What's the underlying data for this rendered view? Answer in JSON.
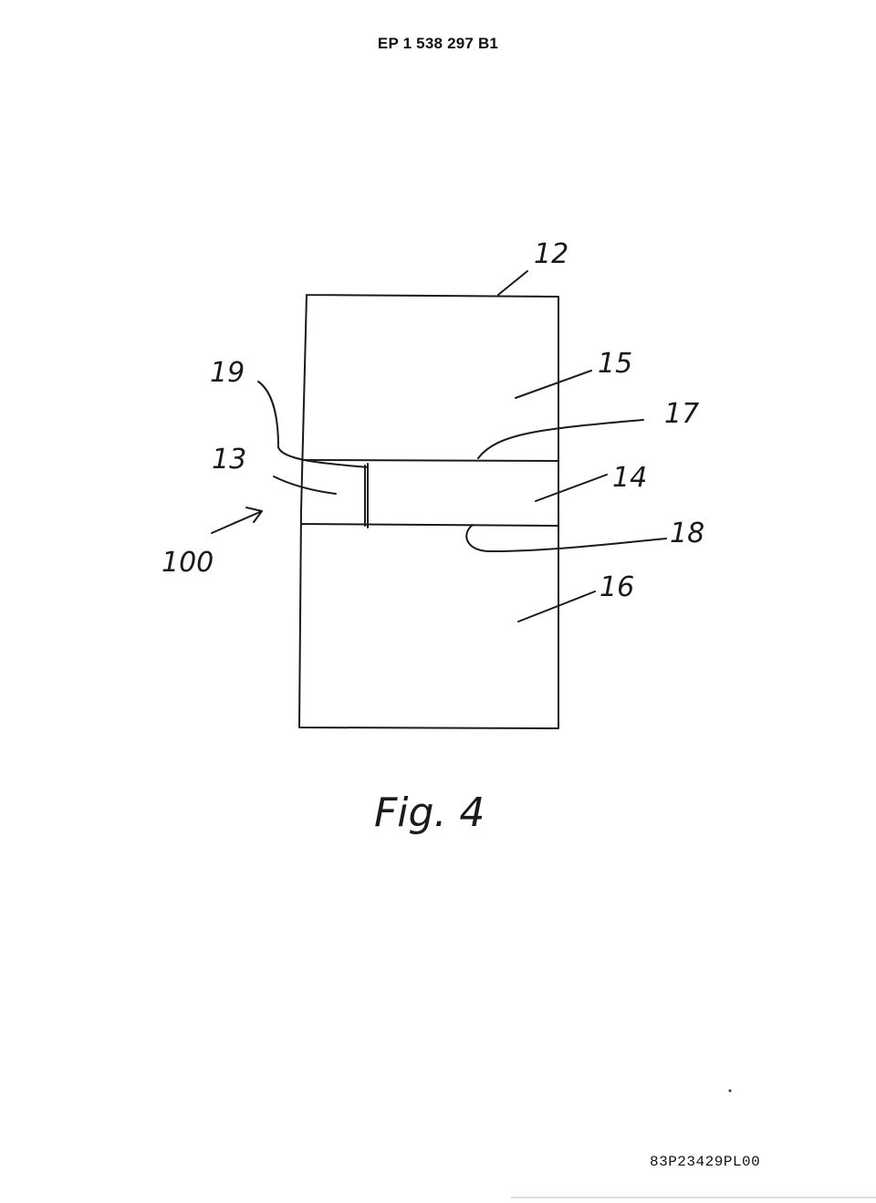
{
  "header": {
    "publication_number": "EP 1 538 297 B1"
  },
  "figure": {
    "caption": "Fig. 4",
    "labels": {
      "ref_12": "12",
      "ref_15": "15",
      "ref_17": "17",
      "ref_19": "19",
      "ref_13": "13",
      "ref_14": "14",
      "ref_18": "18",
      "ref_100": "100",
      "ref_16": "16"
    }
  },
  "footer": {
    "doc_code": "83P23429PL00"
  }
}
